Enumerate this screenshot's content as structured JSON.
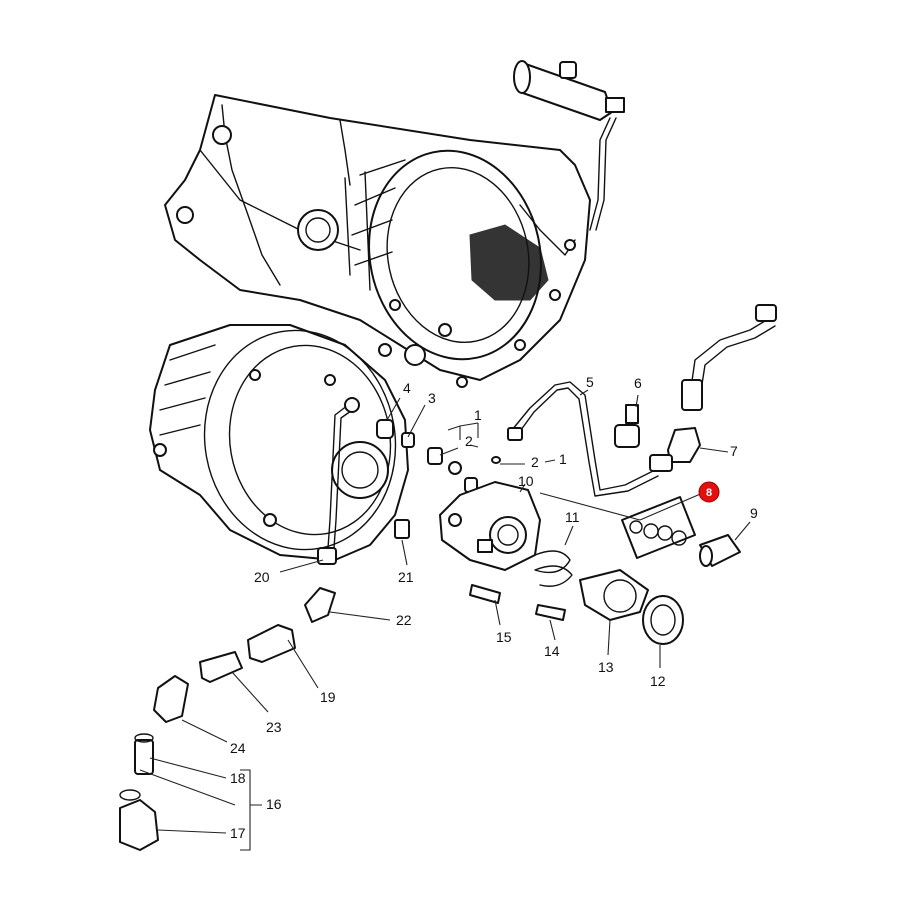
{
  "diagram": {
    "kind": "exploded parts diagram",
    "highlight_color": "#e01010",
    "line_color": "#111111",
    "callouts": {
      "c1a": "1",
      "c1b": "1",
      "c2a": "2",
      "c2b": "2",
      "c3": "3",
      "c4": "4",
      "c5": "5",
      "c6": "6",
      "c7": "7",
      "c8": "8",
      "c9": "9",
      "c10": "10",
      "c11": "11",
      "c12": "12",
      "c13": "13",
      "c14": "14",
      "c15": "15",
      "c16": "16",
      "c17": "17",
      "c18": "18",
      "c19": "19",
      "c20": "20",
      "c21": "21",
      "c22": "22",
      "c23": "23",
      "c24": "24"
    },
    "highlighted_callout": "8"
  }
}
